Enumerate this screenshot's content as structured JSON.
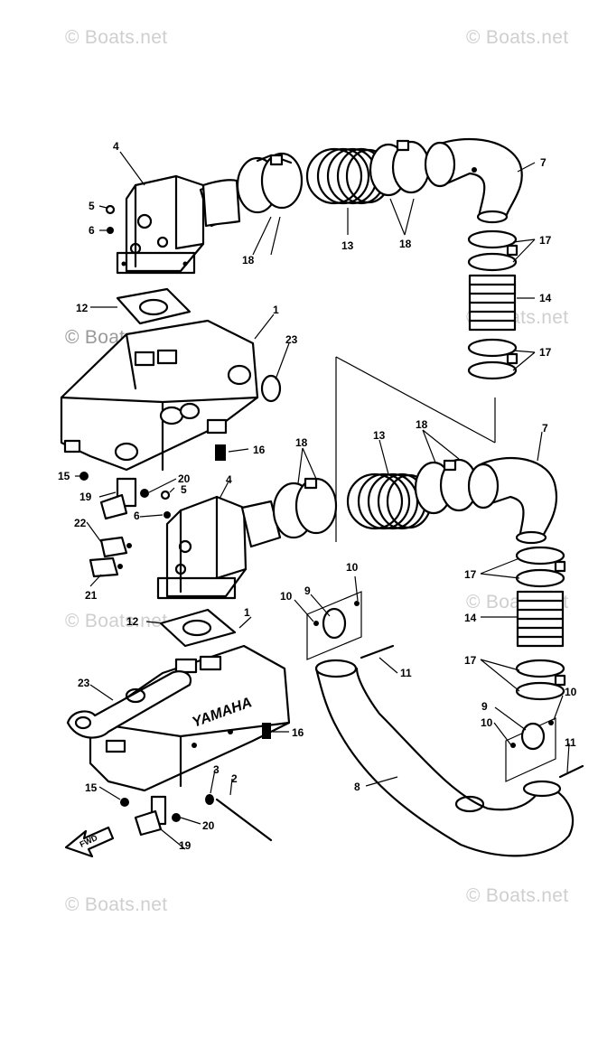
{
  "watermarks": [
    {
      "text": "© Boats.net",
      "id": "wm-top-left"
    },
    {
      "text": "© Boats.net",
      "id": "wm-top-right"
    },
    {
      "text": "© Boats.net",
      "id": "wm-mid-left"
    },
    {
      "text": "© Boats.net",
      "id": "wm-mid-right"
    },
    {
      "text": "© Boats.net",
      "id": "wm-lower-left"
    },
    {
      "text": "© Boats.net",
      "id": "wm-lower-right"
    },
    {
      "text": "© Boats.net",
      "id": "wm-bottom-left"
    },
    {
      "text": "© Boats.net",
      "id": "wm-bottom-right"
    }
  ],
  "labels": {
    "l1a": "1",
    "l1b": "1",
    "l2": "2",
    "l3": "3",
    "l4a": "4",
    "l4b": "4",
    "l5a": "5",
    "l5b": "5",
    "l6a": "6",
    "l6b": "6",
    "l7a": "7",
    "l7b": "7",
    "l8": "8",
    "l9a": "9",
    "l9b": "9",
    "l10a": "10",
    "l10b": "10",
    "l10c": "10",
    "l10d": "10",
    "l11a": "11",
    "l11b": "11",
    "l12a": "12",
    "l12b": "12",
    "l13a": "13",
    "l13b": "13",
    "l14a": "14",
    "l14b": "14",
    "l15a": "15",
    "l15b": "15",
    "l16a": "16",
    "l16b": "16",
    "l17a": "17",
    "l17b": "17",
    "l17c": "17",
    "l17d": "17",
    "l18a": "18",
    "l18b": "18",
    "l18c": "18",
    "l18d": "18",
    "l19a": "19",
    "l19b": "19",
    "l20a": "20",
    "l20b": "20",
    "l21": "21",
    "l22": "22",
    "l23a": "23",
    "l23b": "23"
  },
  "brand_text": "YAMAHA",
  "fwd_text": "FWD"
}
